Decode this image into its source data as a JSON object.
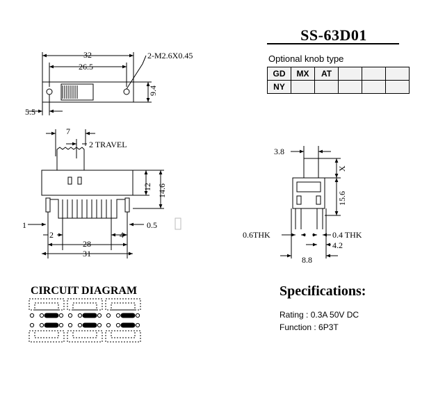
{
  "title": "SS-63D01",
  "knob": {
    "caption": "Optional knob type",
    "rows": [
      [
        "GD",
        "MX",
        "AT",
        "",
        "",
        ""
      ],
      [
        "NY",
        "",
        "",
        "",
        "",
        ""
      ]
    ]
  },
  "dims": {
    "top_view": {
      "w32": "32",
      "w26_5": "26.5",
      "hole": "2-M2.6X0.45",
      "h9_4": "9.4",
      "w5_5": "5.5"
    },
    "front_view": {
      "w7": "7",
      "travel": "2 TRAVEL",
      "h12": "12",
      "h14_6": "14.6",
      "w1": "1",
      "w2": "2",
      "w4": "4",
      "w0_5": "0.5",
      "w28": "28",
      "w31": "31"
    },
    "side_view": {
      "w3_8": "3.8",
      "x": "X",
      "h15_6": "15.6",
      "thk06": "0.6THK",
      "thk04": "0.4  THK",
      "w4_2": "4.2",
      "w8_8": "8.8"
    }
  },
  "circuit_title": "CIRCUIT DIAGRAM",
  "specs": {
    "title": "Specifications:",
    "rating": "Rating : 0.3A 50V DC",
    "function": "Function : 6P3T"
  }
}
